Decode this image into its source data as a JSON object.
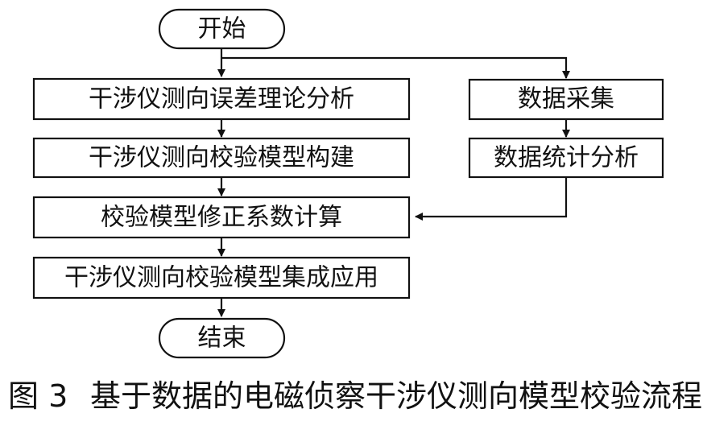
{
  "nodes": {
    "start": "开始",
    "theory_analysis": "干涉仪测向误差理论分析",
    "model_build": "干涉仪测向校验模型构建",
    "coef_calc": "校验模型修正系数计算",
    "integration": "干涉仪测向校验模型集成应用",
    "end": "结束",
    "data_collect": "数据采集",
    "data_stats": "数据统计分析"
  },
  "caption": {
    "figure_number": "图 3",
    "title": "基于数据的电磁侦察干涉仪测向模型校验流程"
  }
}
